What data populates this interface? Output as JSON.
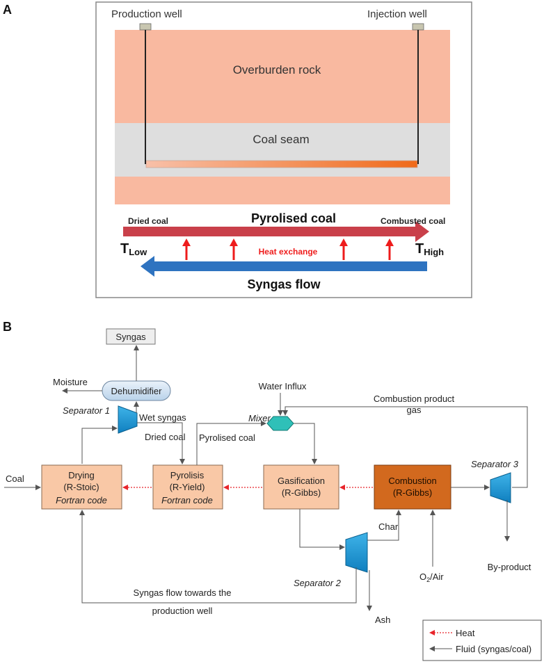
{
  "panel_a": {
    "label": "A",
    "wells": {
      "production": "Production well",
      "injection": "Injection well"
    },
    "layers": {
      "overburden": "Overburden rock",
      "coal_seam": "Coal seam"
    },
    "process": {
      "pyrolised": "Pyrolised coal",
      "dried": "Dried coal",
      "combusted": "Combusted coal",
      "t_low_main": "T",
      "t_low_sub": "Low",
      "t_high_main": "T",
      "t_high_sub": "High",
      "heat_exchange": "Heat exchange",
      "syngas_flow": "Syngas flow"
    },
    "colors": {
      "rock": "#f9b9a0",
      "coal": "#dedede",
      "red_arrow": "#c9404a",
      "blue_arrow": "#2e73c0",
      "heat": "#ee1c1c"
    }
  },
  "panel_b": {
    "label": "B",
    "nodes": {
      "syngas": "Syngas",
      "dehumidifier": "Dehumidifier",
      "drying": {
        "line1": "Drying",
        "line2": "(R-Stoic)",
        "line3": "Fortran code"
      },
      "pyrolisis": {
        "line1": "Pyrolisis",
        "line2": "(R-Yield)",
        "line3": "Fortran code"
      },
      "gasification": {
        "line1": "Gasification",
        "line2": "(R-Gibbs)"
      },
      "combustion": {
        "line1": "Combustion",
        "line2": "(R-Gibbs)"
      },
      "mixer": "Mixer",
      "separator1": "Separator 1",
      "separator2": "Separator 2",
      "separator3": "Separator 3"
    },
    "labels": {
      "moisture": "Moisture",
      "wet_syngas": "Wet syngas",
      "water_influx": "Water Influx",
      "combustion_gas_1": "Combustion product",
      "combustion_gas_2": "gas",
      "coal": "Coal",
      "dried_coal": "Dried coal",
      "pyrolised_coal": "Pyrolised coal",
      "char": "Char",
      "o2": "O",
      "o2_sub": "2",
      "o2_rest": "/Air",
      "by_product": "By-product",
      "ash": "Ash",
      "syngas_flow_1": "Syngas flow towards the",
      "syngas_flow_2": "production well"
    },
    "legend": {
      "heat": "Heat",
      "fluid": "Fluid (syngas/coal)"
    },
    "colors": {
      "reactor": "#f9c8a6",
      "combustion": "#d2691e",
      "separator": "#1e9bd7",
      "mixer": "#2fc0b8",
      "dehumidifier": "#cfe0f0",
      "heat_arrow": "#e8252b",
      "flow_arrow": "#555555"
    }
  }
}
